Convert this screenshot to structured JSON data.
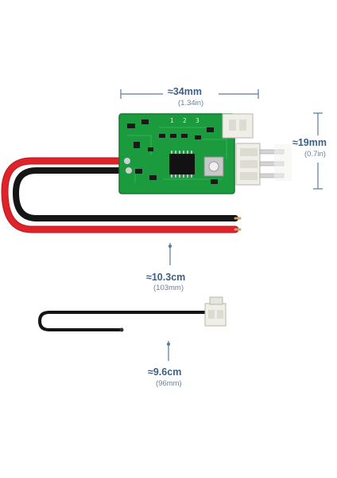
{
  "measurements": {
    "board_width": {
      "main": "≈34mm",
      "sub": "(1.34in)"
    },
    "board_height": {
      "main": "≈19mm",
      "sub": "(0.7in)"
    },
    "power_cable_length": {
      "main": "≈10.3cm",
      "sub": "(103mm)"
    },
    "probe_cable_length": {
      "main": "≈9.6cm",
      "sub": "(96mm)"
    }
  },
  "board": {
    "silkscreen_digits": [
      "1",
      "2",
      "3"
    ]
  },
  "colors": {
    "dimension_line": "#3f5f86",
    "pcb_green": "#1c9a3e",
    "wire_red": "#e0232a",
    "wire_black": "#151515",
    "connector_white": "#efefe8"
  }
}
